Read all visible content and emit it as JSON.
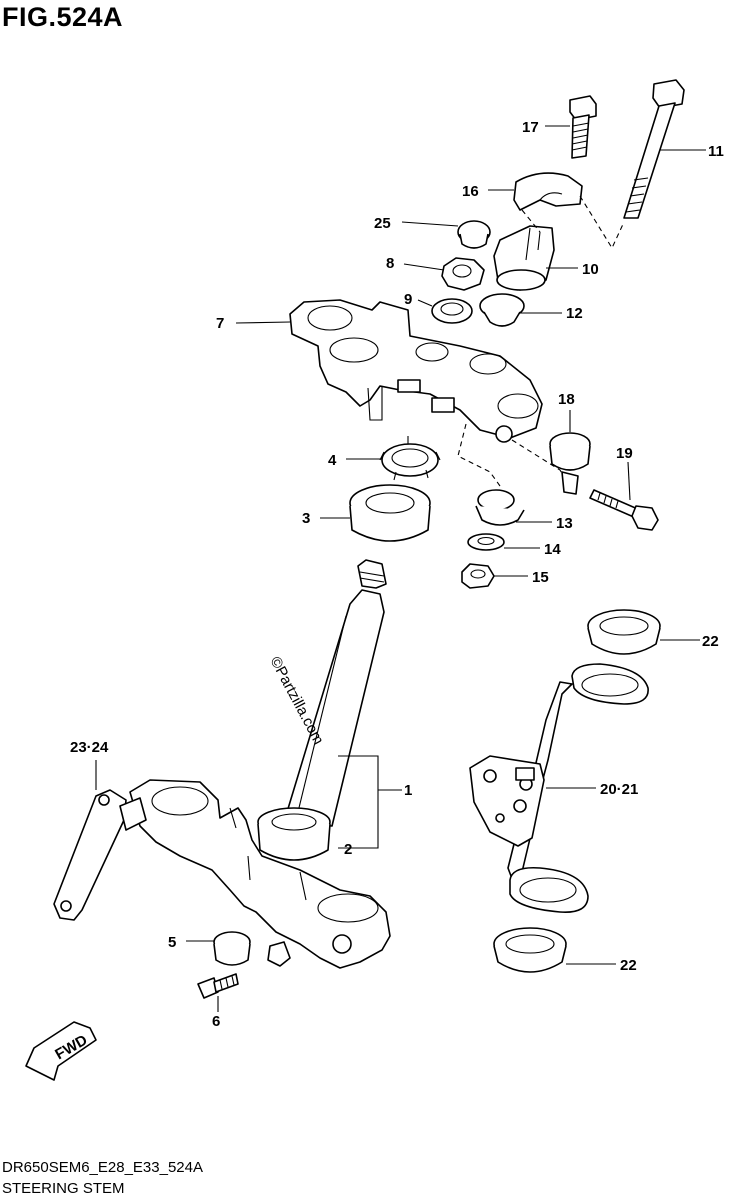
{
  "figure": {
    "title": "FIG.524A",
    "model_code": "DR650SEM6_E28_E33_524A",
    "section_name": "STEERING STEM",
    "watermark": "©Partzilla.com",
    "fwd_label": "FWD"
  },
  "callouts": [
    {
      "id": "17",
      "label": "17"
    },
    {
      "id": "11",
      "label": "11"
    },
    {
      "id": "16",
      "label": "16"
    },
    {
      "id": "25",
      "label": "25"
    },
    {
      "id": "10",
      "label": "10"
    },
    {
      "id": "8",
      "label": "8"
    },
    {
      "id": "9",
      "label": "9"
    },
    {
      "id": "12",
      "label": "12"
    },
    {
      "id": "7",
      "label": "7"
    },
    {
      "id": "18",
      "label": "18"
    },
    {
      "id": "19",
      "label": "19"
    },
    {
      "id": "4",
      "label": "4"
    },
    {
      "id": "3",
      "label": "3"
    },
    {
      "id": "13",
      "label": "13"
    },
    {
      "id": "14",
      "label": "14"
    },
    {
      "id": "15",
      "label": "15"
    },
    {
      "id": "22a",
      "label": "22"
    },
    {
      "id": "1",
      "label": "1"
    },
    {
      "id": "23-24",
      "label": "23·24"
    },
    {
      "id": "20-21",
      "label": "20·21"
    },
    {
      "id": "2",
      "label": "2"
    },
    {
      "id": "5",
      "label": "5"
    },
    {
      "id": "22b",
      "label": "22"
    },
    {
      "id": "6",
      "label": "6"
    }
  ]
}
